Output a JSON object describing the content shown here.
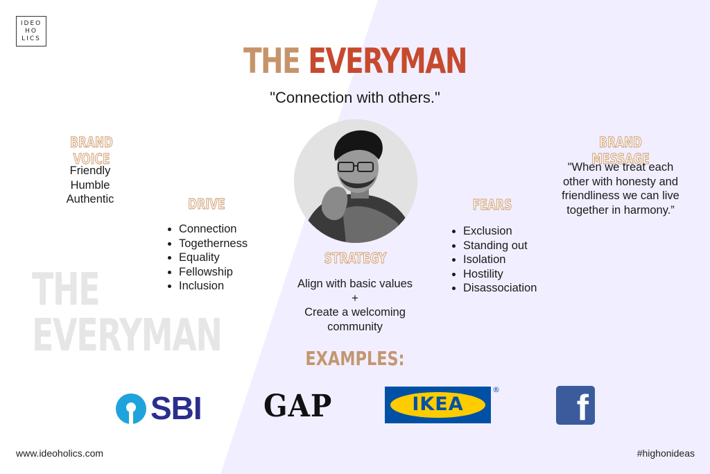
{
  "logo": {
    "line1": "IDEO",
    "line2": "HO",
    "line3": "LICS"
  },
  "title": {
    "word1": "THE",
    "word2": "EVERYMAN"
  },
  "tagline": "\"Connection with others.\"",
  "brand_voice": {
    "heading": "BRAND VOICE",
    "items": [
      "Friendly",
      "Humble",
      "Authentic"
    ]
  },
  "drive": {
    "heading": "DRIVE",
    "items": [
      "Connection",
      "Togetherness",
      "Equality",
      "Fellowship",
      "Inclusion"
    ]
  },
  "strategy": {
    "heading": "STRATEGY",
    "line1": "Align with basic values",
    "plus": "+",
    "line2": "Create a welcoming",
    "line3": "community"
  },
  "fears": {
    "heading": "FEARS",
    "items": [
      "Exclusion",
      "Standing out",
      "Isolation",
      "Hostility",
      "Disassociation"
    ]
  },
  "brand_message": {
    "heading": "BRAND MESSAGE",
    "line1": "\"When we treat each",
    "line2": "other with honesty and",
    "line3": "friendliness we can live",
    "line4": "together in harmony.”"
  },
  "watermark": {
    "line1": "THE",
    "line2": "EVERYMAN"
  },
  "examples": {
    "heading": "EXAMPLES:",
    "sbi": "SBI",
    "gap": "GAP",
    "ikea": "IKEA",
    "ikea_reg": "®",
    "facebook": "f"
  },
  "footer": {
    "website": "www.ideoholics.com",
    "hashtag": "#highonideas"
  },
  "colors": {
    "accent_tan": "#c6946a",
    "accent_red": "#c64a2e",
    "bg_lavender": "#f1efff"
  }
}
